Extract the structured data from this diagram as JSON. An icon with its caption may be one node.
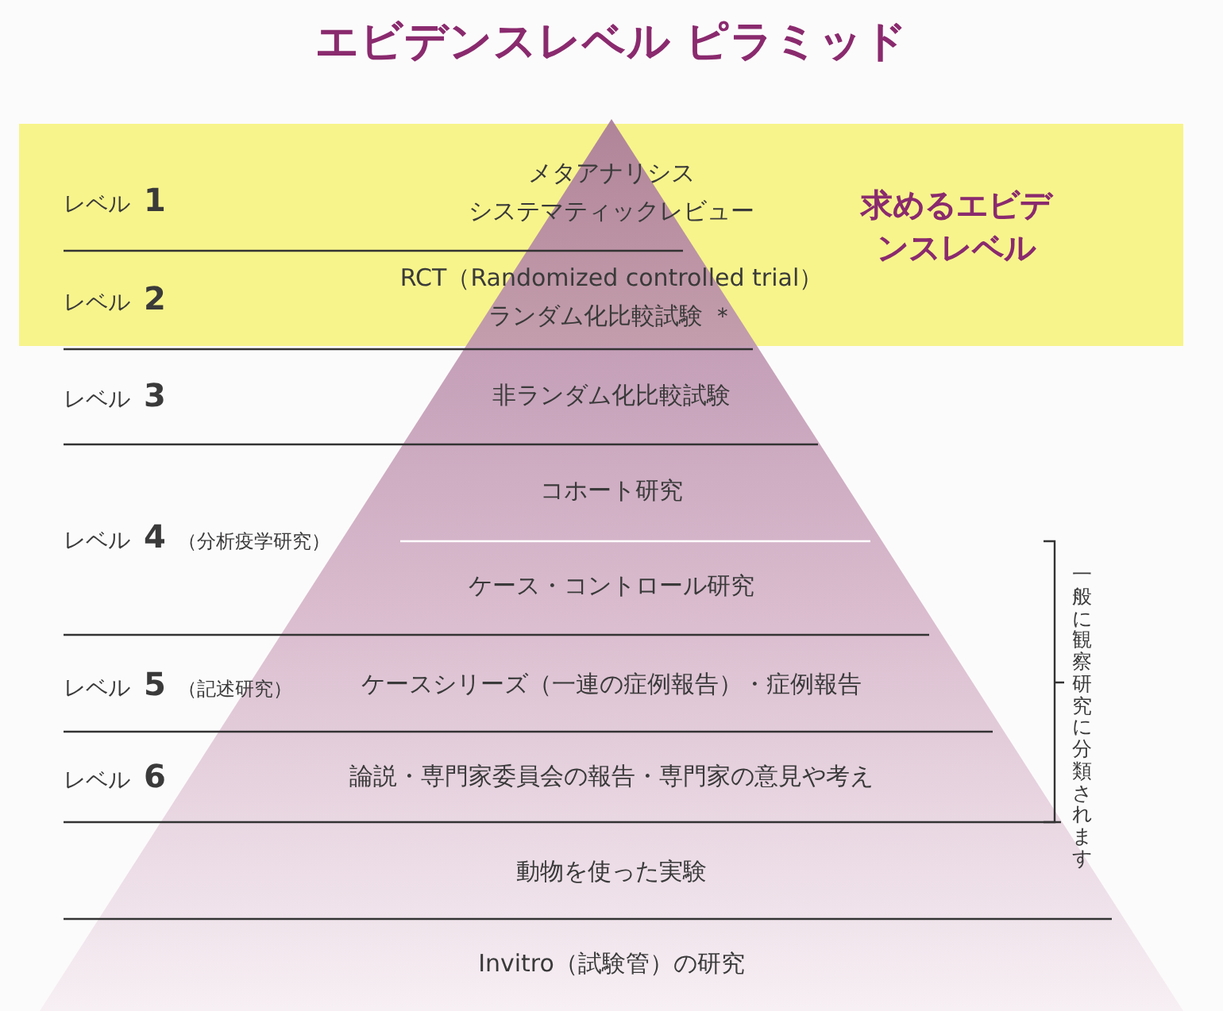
{
  "diagram": {
    "title": "エビデンスレベル ピラミッド",
    "nodes": [
      {
        "text": [
          "求めるエビデンスレベル"
        ]
      }
    ],
    "labels": [
      "レベル **1**",
      "メタアナリシス",
      "システマティックレビュー",
      "レベル **2**",
      "RCT（Randomized controlled trial）",
      "ランダム化比較試験 ＊",
      "レベル **3**",
      "非ランダム化比較試験",
      "コホート研究",
      "レベル **4**",
      "（分析疫学研究）",
      "ケース・コントロール研究",
      "一般に観察研究に分類されます",
      "レベル **5**",
      "（記述研究）",
      "ケースシリーズ（一連の症例報告）・症例報告",
      "レベル **6**",
      "論説・専門家委員会の報告・専門家の意見や考え",
      "動物を使った実験",
      "Invitro（試験管）の研究"
    ]
  }
}
